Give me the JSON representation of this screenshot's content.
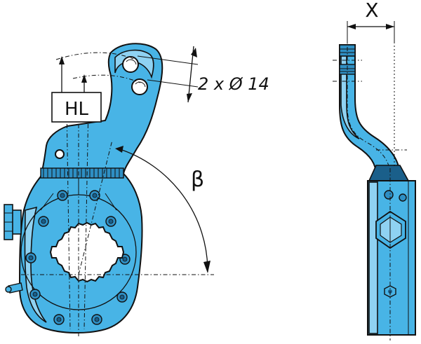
{
  "labels": {
    "dim_x": "X",
    "hole_callout": "2 x Ø 14",
    "hl": "HL",
    "angle": "β"
  },
  "colors": {
    "body": "#48b4e6",
    "highlight": "#8fd2f2",
    "outline": "#111111"
  }
}
